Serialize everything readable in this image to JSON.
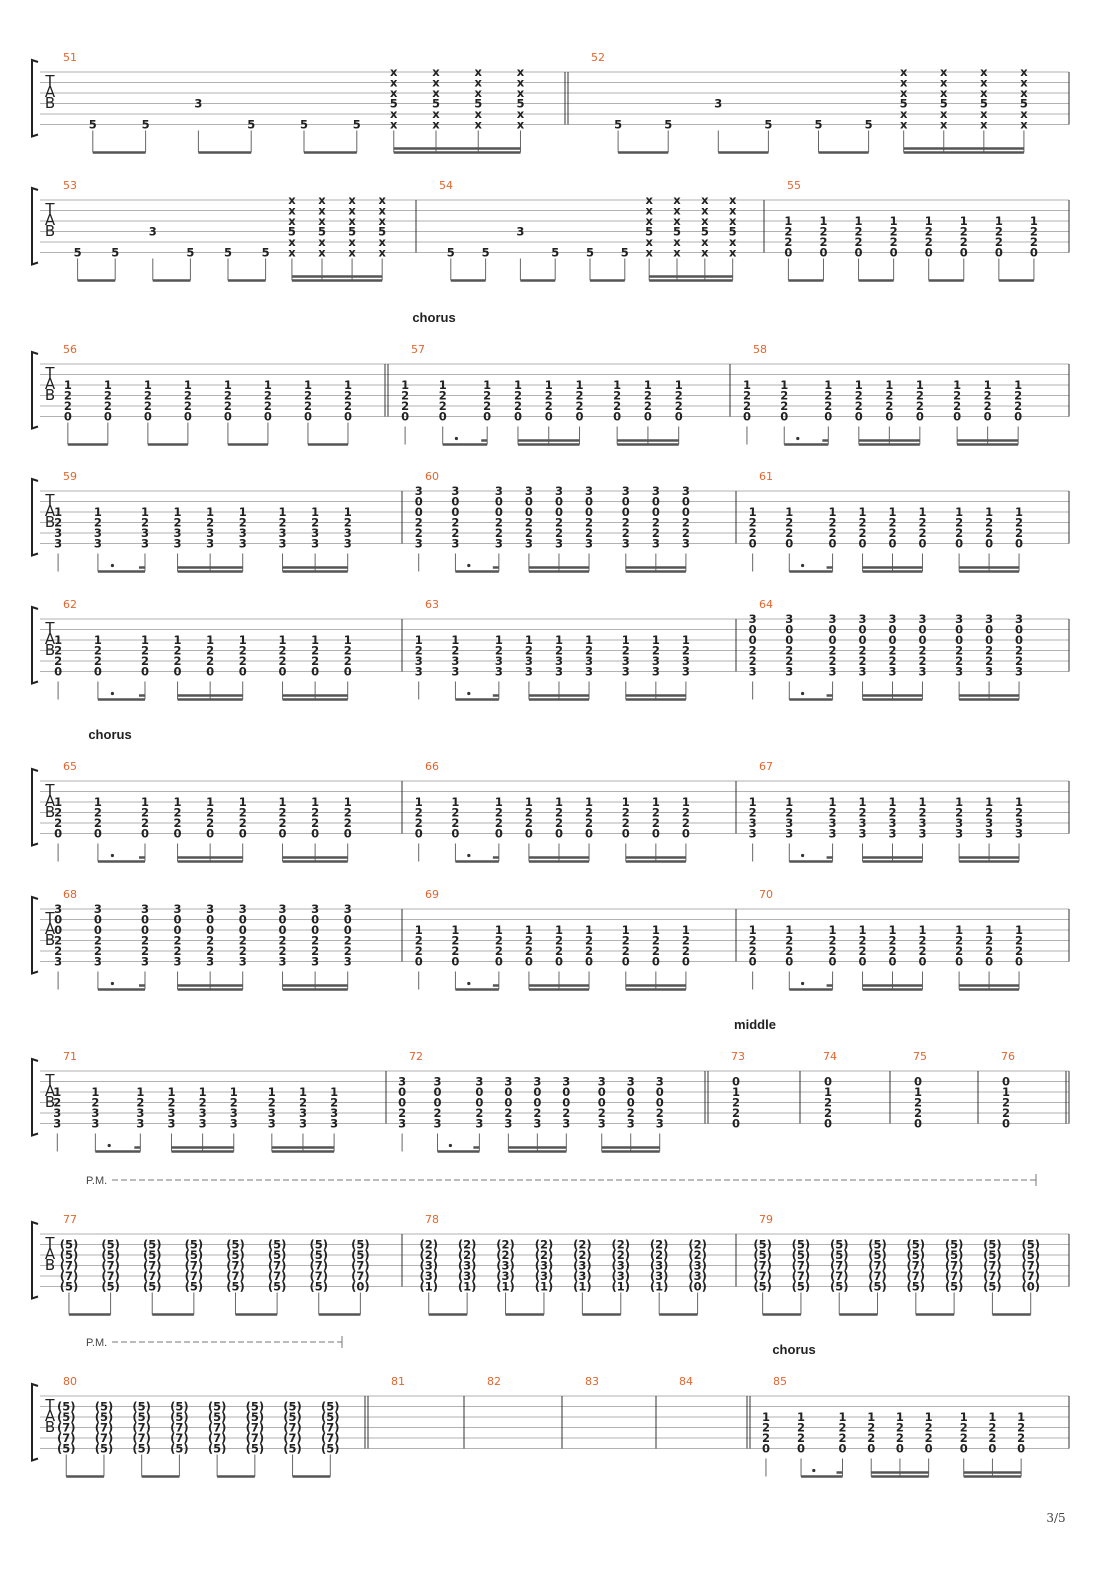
{
  "page": {
    "number": "3/5"
  },
  "chords": {
    "mute": [
      "x",
      "x",
      "x",
      "5",
      "x",
      "x"
    ],
    "c1220": [
      "1",
      "2",
      "2",
      "0"
    ],
    "c1233": [
      "1",
      "2",
      "3",
      "3"
    ],
    "c300223": [
      "3",
      "0",
      "0",
      "2",
      "2",
      "3"
    ],
    "c30023": [
      "3",
      "0",
      "0",
      "2",
      "3"
    ],
    "c01220": [
      "0",
      "1",
      "2",
      "2",
      "0"
    ],
    "pmA": [
      "(5)",
      "(5)",
      "(7)",
      "(7)",
      "(5)"
    ],
    "pmA0": [
      "(5)",
      "(5)",
      "(7)",
      "(7)",
      "(0)"
    ],
    "pmB": [
      "(2)",
      "(2)",
      "(3)",
      "(3)",
      "(1)"
    ],
    "pmB0": [
      "(2)",
      "(2)",
      "(3)",
      "(3)",
      "(0)"
    ]
  },
  "systems": [
    {
      "section": "",
      "pm": "",
      "measures": [
        {
          "num": "51",
          "pattern": "riff",
          "low": "5",
          "mid": "3"
        },
        {
          "num": "52",
          "pattern": "riff",
          "low": "5",
          "mid": "3"
        }
      ]
    },
    {
      "section": "",
      "pm": "",
      "measures": [
        {
          "num": "53",
          "pattern": "riff",
          "low": "5",
          "mid": "3"
        },
        {
          "num": "54",
          "pattern": "riff",
          "low": "5",
          "mid": "3"
        },
        {
          "num": "55",
          "pattern": "eight",
          "chord": "c1220"
        }
      ]
    },
    {
      "section": "chorus",
      "pm": "",
      "measures": [
        {
          "num": "56",
          "pattern": "eight",
          "chord": "c1220"
        },
        {
          "num": "57",
          "pattern": "rhythm",
          "chord": "c1220"
        },
        {
          "num": "58",
          "pattern": "rhythm",
          "chord": "c1220"
        }
      ]
    },
    {
      "section": "",
      "pm": "",
      "measures": [
        {
          "num": "59",
          "pattern": "rhythm",
          "chord": "c1233"
        },
        {
          "num": "60",
          "pattern": "rhythm",
          "chord": "c300223"
        },
        {
          "num": "61",
          "pattern": "rhythm",
          "chord": "c1220"
        }
      ]
    },
    {
      "section": "",
      "pm": "",
      "measures": [
        {
          "num": "62",
          "pattern": "rhythm",
          "chord": "c1220"
        },
        {
          "num": "63",
          "pattern": "rhythm",
          "chord": "c1233"
        },
        {
          "num": "64",
          "pattern": "rhythm",
          "chord": "c300223"
        }
      ]
    },
    {
      "section": "chorus",
      "pm": "",
      "measures": [
        {
          "num": "65",
          "pattern": "rhythm",
          "chord": "c1220"
        },
        {
          "num": "66",
          "pattern": "rhythm",
          "chord": "c1220"
        },
        {
          "num": "67",
          "pattern": "rhythm",
          "chord": "c1233"
        }
      ]
    },
    {
      "section": "",
      "pm": "",
      "measures": [
        {
          "num": "68",
          "pattern": "rhythm",
          "chord": "c300223"
        },
        {
          "num": "69",
          "pattern": "rhythm",
          "chord": "c1220"
        },
        {
          "num": "70",
          "pattern": "rhythm",
          "chord": "c1220"
        }
      ]
    },
    {
      "section": "middle",
      "pm": "",
      "measures": [
        {
          "num": "71",
          "pattern": "rhythm",
          "chord": "c1233"
        },
        {
          "num": "72",
          "pattern": "rhythm",
          "chord": "c30023"
        },
        {
          "num": "73",
          "pattern": "whole",
          "chord": "c01220"
        },
        {
          "num": "74",
          "pattern": "whole",
          "chord": "c01220"
        },
        {
          "num": "75",
          "pattern": "whole",
          "chord": "c01220"
        },
        {
          "num": "76",
          "pattern": "whole",
          "chord": "c01220"
        }
      ]
    },
    {
      "section": "",
      "pm": "P.M.",
      "measures": [
        {
          "num": "77",
          "pattern": "pm",
          "chord": "pmA",
          "last": "pmA0"
        },
        {
          "num": "78",
          "pattern": "pm",
          "chord": "pmB",
          "last": "pmB0"
        },
        {
          "num": "79",
          "pattern": "pm",
          "chord": "pmA",
          "last": "pmA0"
        }
      ]
    },
    {
      "section": "chorus",
      "pm": "P.M.",
      "measures": [
        {
          "num": "80",
          "pattern": "pm",
          "chord": "pmA",
          "last": "pmA"
        },
        {
          "num": "81",
          "pattern": "rest"
        },
        {
          "num": "82",
          "pattern": "rest"
        },
        {
          "num": "83",
          "pattern": "rest"
        },
        {
          "num": "84",
          "pattern": "rest"
        },
        {
          "num": "85",
          "pattern": "rhythm",
          "chord": "c1220"
        }
      ]
    }
  ]
}
